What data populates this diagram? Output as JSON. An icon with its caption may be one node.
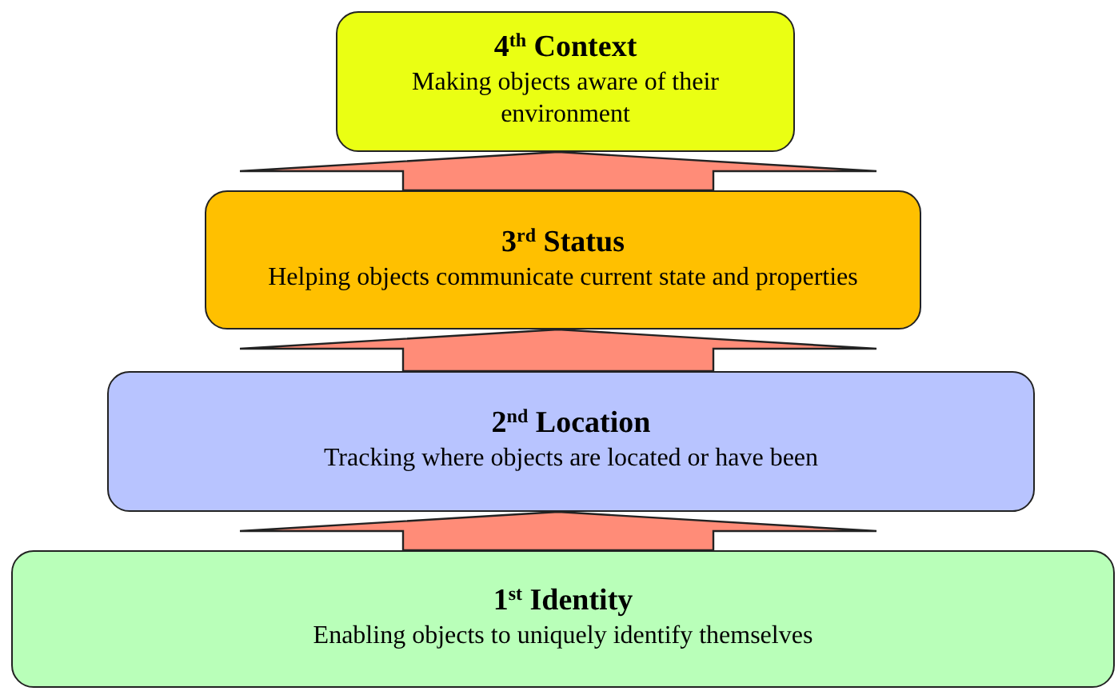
{
  "diagram": {
    "nodes": [
      {
        "text": [
          "4$^{th}$ Context",
          "Making objects aware of their environment"
        ]
      },
      {
        "text": [
          "3$^{rd}$ Status",
          "Helping objects communicate current state and properties"
        ]
      },
      {
        "text": [
          "2$^{nd}$ Location",
          "Tracking where objects are located or have been"
        ]
      },
      {
        "text": [
          "1$^{st}$ Identity",
          "Enabling objects to uniquely identify themselves"
        ]
      }
    ],
    "edges": [
      {
        "from": 3,
        "to": 2,
        "arrow": "to"
      },
      {
        "from": 2,
        "to": 1,
        "arrow": "to"
      },
      {
        "from": 1,
        "to": 0,
        "arrow": "to"
      }
    ]
  }
}
